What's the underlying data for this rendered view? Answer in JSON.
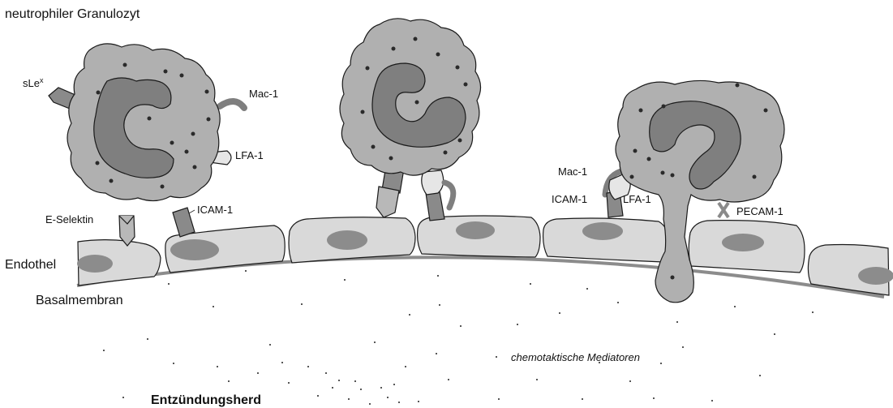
{
  "labels": {
    "title": "neutrophiler Granulozyt",
    "sle": "sLe",
    "sle_sup": "x",
    "mac1_a": "Mac-1",
    "lfa1_a": "LFA-1",
    "e_selektin": "E-Selektin",
    "icam1_a": "ICAM-1",
    "mac1_b": "Mac-1",
    "icam1_b": "ICAM-1",
    "lfa1_b": "LFA-1",
    "pecam1": "PECAM-1",
    "endothel": "Endothel",
    "basalmembran": "Basalmembran",
    "mediatoren": "chemotaktische Mediatoren",
    "entzuendung": "Entzündungsherd"
  },
  "colors": {
    "cell_body": "#b0b0b0",
    "nucleus": "#7f7f7f",
    "endothelial_cell": "#d9d9d9",
    "endothelial_nucleus": "#8c8c8c",
    "basement_membrane": "#8c8c8c",
    "receptor_light": "#e6e6e6",
    "receptor_dark": "#8a8a8a"
  }
}
